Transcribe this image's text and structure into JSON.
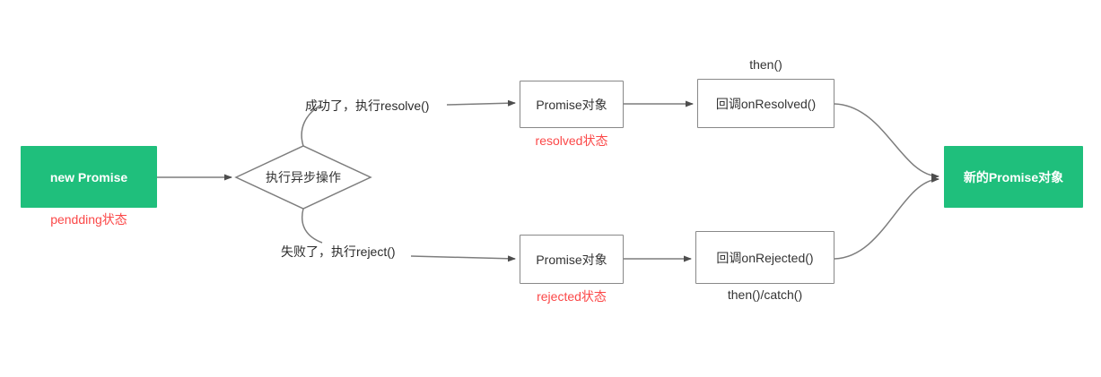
{
  "diagram": {
    "title_implicit": "Promise flow",
    "start": {
      "label": "new Promise",
      "status": "pendding状态"
    },
    "decision": {
      "label": "执行异步操作"
    },
    "success_branch": {
      "condition": "成功了，执行resolve()",
      "promise_box": "Promise对象",
      "state": "resolved状态",
      "callback_box": "回调onResolved()",
      "method": "then()"
    },
    "fail_branch": {
      "condition": "失败了，执行reject()",
      "promise_box": "Promise对象",
      "state": "rejected状态",
      "callback_box": "回调onRejected()",
      "method": "then()/catch()"
    },
    "end": {
      "label": "新的Promise对象"
    },
    "colors": {
      "terminal_green": "#1fbf7c",
      "status_red": "#fb4848",
      "line_gray": "#7d7d7d",
      "box_border_gray": "#888888"
    }
  }
}
